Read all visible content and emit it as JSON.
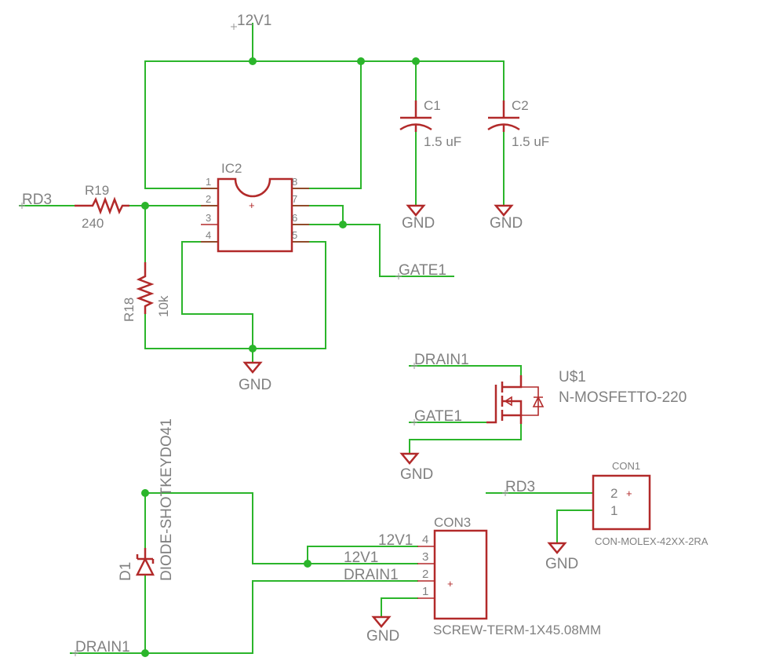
{
  "nets": {
    "supply": "12V1",
    "ground": "GND",
    "rd3": "RD3",
    "gate1": "GATE1",
    "drain1": "DRAIN1"
  },
  "components": {
    "ic2": {
      "ref": "IC2",
      "pins": [
        "1",
        "2",
        "3",
        "4",
        "5",
        "6",
        "7",
        "8"
      ]
    },
    "r19": {
      "ref": "R19",
      "value": "240"
    },
    "r18": {
      "ref": "R18",
      "value": "10k"
    },
    "c1": {
      "ref": "C1",
      "value": "1.5 uF"
    },
    "c2": {
      "ref": "C2",
      "value": "1.5 uF"
    },
    "u1": {
      "ref": "U$1",
      "value": "N-MOSFETTO-220"
    },
    "d1": {
      "ref": "D1",
      "value": "DIODE-SHOTKEYDO41"
    },
    "con1": {
      "ref": "CON1",
      "value": "CON-MOLEX-42XX-2RA",
      "pins": [
        "2",
        "1"
      ]
    },
    "con3": {
      "ref": "CON3",
      "value": "SCREW-TERM-1X45.08MM",
      "pins": [
        "4",
        "3",
        "2",
        "1"
      ]
    }
  },
  "colors": {
    "wire": "#2bb52b",
    "symbol": "#b22a2a",
    "text": "#808080",
    "background": "#ffffff"
  }
}
